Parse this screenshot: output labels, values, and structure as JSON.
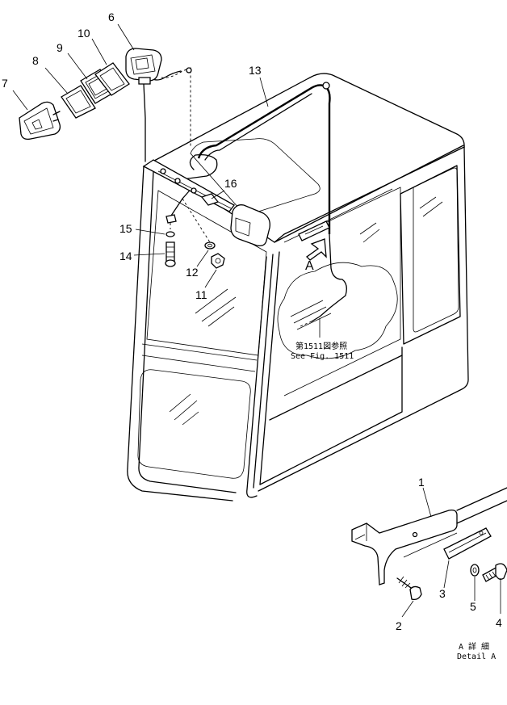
{
  "callouts": [
    {
      "id": "c1",
      "text": "1"
    },
    {
      "id": "c2",
      "text": "2"
    },
    {
      "id": "c3",
      "text": "3"
    },
    {
      "id": "c4",
      "text": "4"
    },
    {
      "id": "c5",
      "text": "5"
    },
    {
      "id": "c6",
      "text": "6"
    },
    {
      "id": "c7",
      "text": "7"
    },
    {
      "id": "c8",
      "text": "8"
    },
    {
      "id": "c9",
      "text": "9"
    },
    {
      "id": "c10",
      "text": "10"
    },
    {
      "id": "c11",
      "text": "11"
    },
    {
      "id": "c12",
      "text": "12"
    },
    {
      "id": "c13",
      "text": "13"
    },
    {
      "id": "c14",
      "text": "14"
    },
    {
      "id": "c15",
      "text": "15"
    },
    {
      "id": "c16",
      "text": "16"
    }
  ],
  "view_marker": "A",
  "reference_note": {
    "line1": "第1511図参照",
    "line2": "See Fig. 1511"
  },
  "detail_caption": {
    "line1": "A 詳 細",
    "line2": "Detail A"
  }
}
